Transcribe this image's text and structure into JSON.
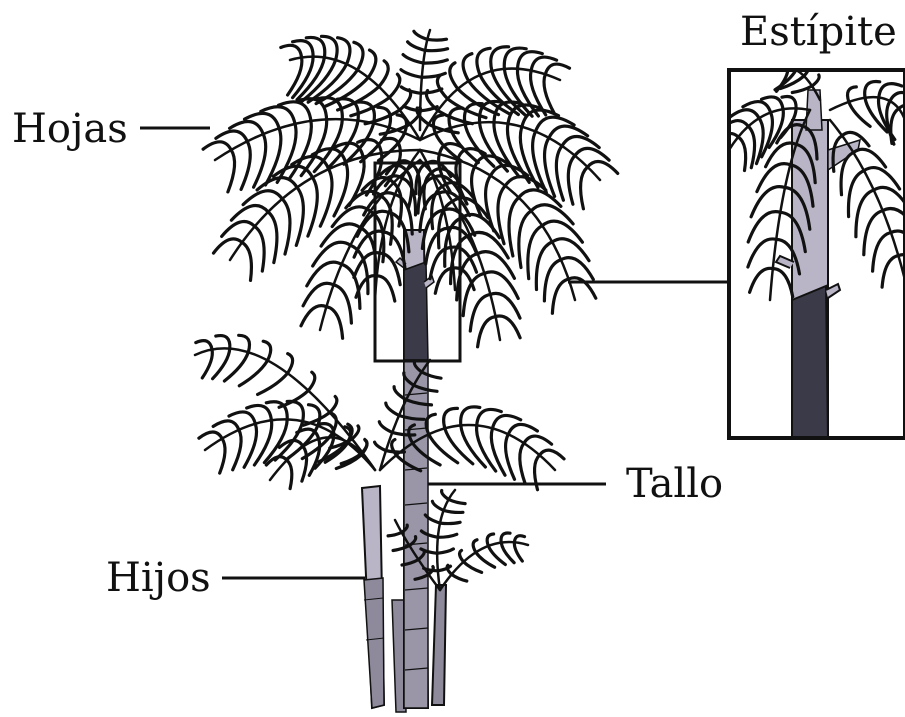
{
  "labels": {
    "leaves": "Hojas",
    "stem": "Tallo",
    "suckers": "Hijos",
    "stipe": "Estípite"
  },
  "colors": {
    "ink": "#111111",
    "stem_light": "#b9b5c6",
    "stem_mid": "#8e8a9c",
    "stem_dark": "#3b3a48",
    "background": "#ffffff"
  }
}
